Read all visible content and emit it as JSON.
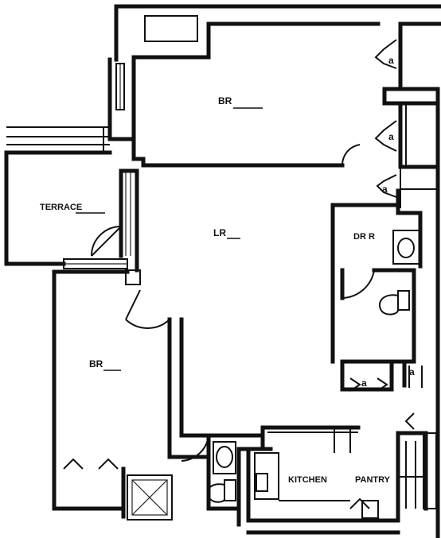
{
  "rooms": {
    "bedroom_top": "BR",
    "terrace": "TERRACE",
    "living_room": "LR",
    "dressing_room": "DR R",
    "bedroom_left": "BR",
    "kitchen": "KITCHEN",
    "pantry": "PANTRY"
  },
  "closets": {
    "closet_1": "a",
    "closet_2": "a",
    "closet_3": "a",
    "closet_4": "a",
    "closet_5": "a"
  }
}
